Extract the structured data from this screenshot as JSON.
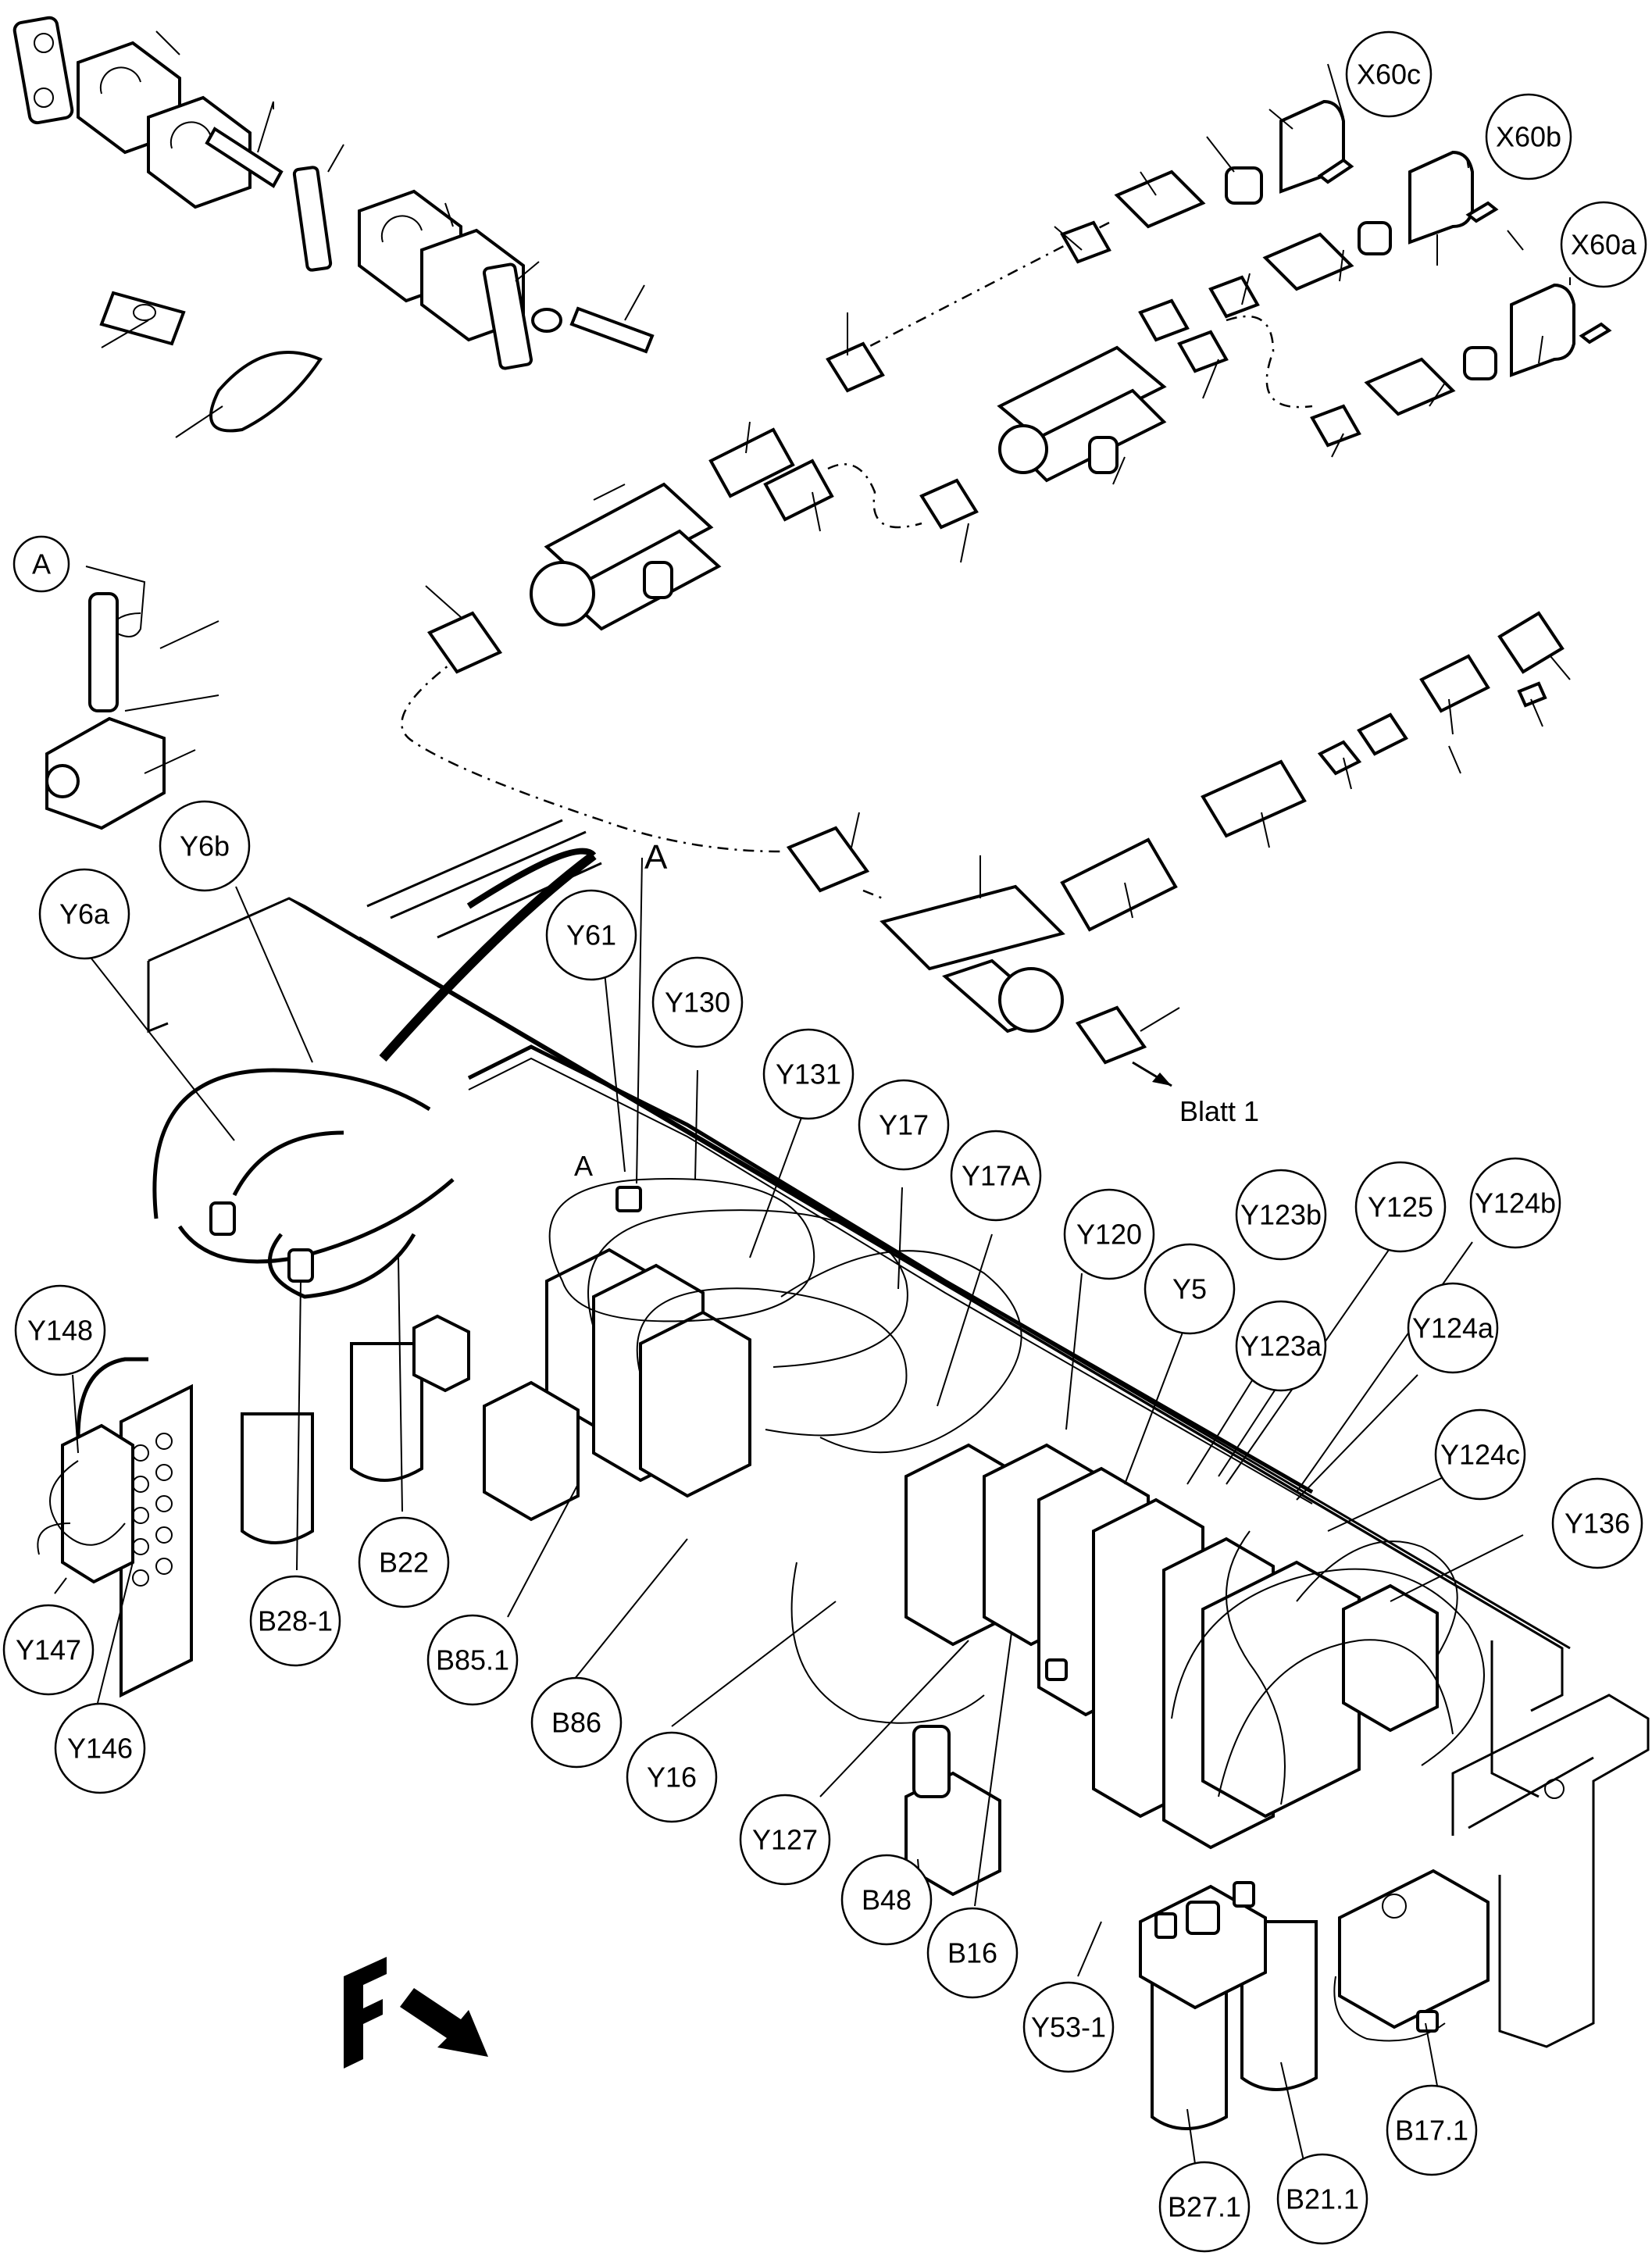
{
  "callouts": {
    "X60c": "X60c",
    "X60b": "X60b",
    "X60a": "X60a",
    "A": "A",
    "Y6b": "Y6b",
    "Y6a": "Y6a",
    "Y61": "Y61",
    "Y130": "Y130",
    "Y131": "Y131",
    "Y17": "Y17",
    "Y17A": "Y17A",
    "Y120": "Y120",
    "Y5": "Y5",
    "Y123b": "Y123b",
    "Y123a": "Y123a",
    "Y125": "Y125",
    "Y124b": "Y124b",
    "Y124a": "Y124a",
    "Y124c": "Y124c",
    "Y136": "Y136",
    "Y148": "Y148",
    "Y147": "Y147",
    "Y146": "Y146",
    "B28_1": "B28-1",
    "B22": "B22",
    "B85_1": "B85.1",
    "B86": "B86",
    "Y16": "Y16",
    "Y127": "Y127",
    "B48": "B48",
    "B16": "B16",
    "Y53_1": "Y53-1",
    "B27_1": "B27.1",
    "B21_1": "B21.1",
    "B17_1": "B17.1"
  },
  "labels": {
    "detail_a_top": "A",
    "detail_a_small": "A",
    "blatt": "Blatt 1",
    "direction": "F"
  }
}
